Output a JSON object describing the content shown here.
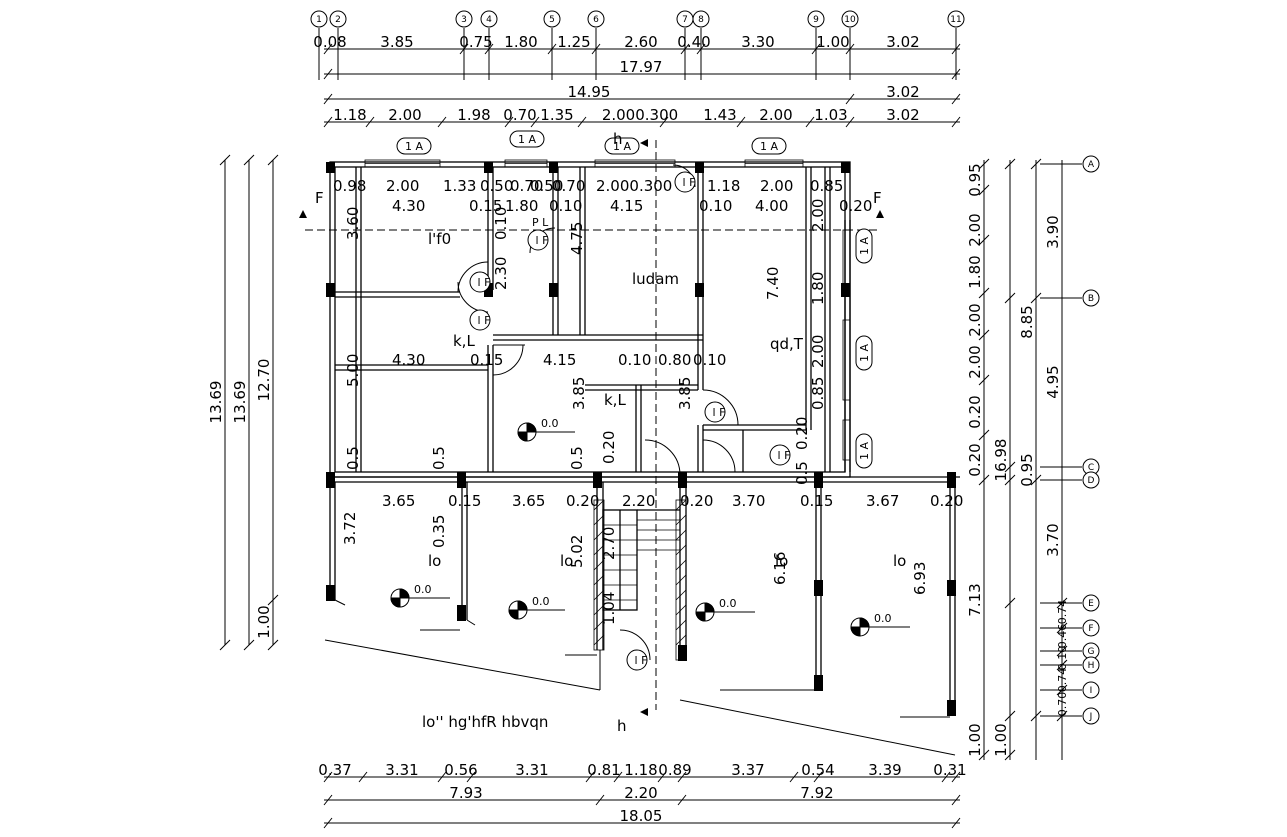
{
  "grid_top": [
    "1",
    "2",
    "3",
    "4",
    "5",
    "6",
    "7",
    "8",
    "9",
    "10",
    "11"
  ],
  "grid_right": [
    "A",
    "B",
    "C",
    "D",
    "E",
    "F",
    "G",
    "H",
    "I",
    "J"
  ],
  "top_dims": {
    "row1": [
      "0.08",
      "3.85",
      "0.75",
      "1.80",
      "1.25",
      "2.60",
      "0.40",
      "3.30",
      "1.00",
      "3.02"
    ],
    "row2": [
      "17.97"
    ],
    "row3": [
      "14.95",
      "3.02"
    ],
    "row4": [
      "1.18",
      "2.00",
      "1.98",
      "0.70",
      "1.35",
      "2.000.300",
      "1.43",
      "2.00",
      "1.03",
      "3.02"
    ]
  },
  "bottom_dims": {
    "row1": [
      "0.37",
      "3.31",
      "0.56",
      "3.31",
      "0.81",
      "1.18",
      "0.89",
      "3.37",
      "0.54",
      "3.39",
      "0.31"
    ],
    "row2": [
      "7.93",
      "2.20",
      "7.92"
    ],
    "row3": [
      "18.05"
    ]
  },
  "left_dims": [
    "13.69",
    "13.69",
    "12.70",
    "1.00"
  ],
  "right_dims": {
    "col1": [
      "0.95",
      "2.00",
      "2.00",
      "1.80",
      "2.00",
      "0.20",
      "0.20",
      "0.95"
    ],
    "col2": [
      "3.90",
      "8.85",
      "4.95",
      "16.98",
      "3.70",
      "7.13",
      "1.00",
      "1.00"
    ],
    "col3": [
      "0.74",
      "0.46",
      "0.74",
      "0.10",
      "0.70"
    ]
  },
  "interior_dims": [
    "0.98",
    "2.00",
    "1.33",
    "0.50",
    "0.70",
    "0.50",
    "0.70",
    "2.000.300",
    "1.18",
    "2.00",
    "0.85",
    "4.30",
    "0.15",
    "1.80",
    "0.10",
    "4.15",
    "0.10",
    "4.00",
    "0.20",
    "3.60",
    "0.10",
    "2.30",
    "4.75",
    "4.30",
    "0.15",
    "4.15",
    "0.10",
    "0.80",
    "0.10",
    "5.00",
    "3.85",
    "3.85",
    "7.40",
    "1.80",
    "2.00",
    "2.00",
    "0.85",
    "0.20",
    "3.65",
    "0.15",
    "3.65",
    "0.20",
    "2.20",
    "0.20",
    "3.70",
    "0.15",
    "3.67",
    "0.20",
    "3.72",
    "0.35",
    "5.02",
    "2.70",
    "1.04",
    "6.16",
    "6.93",
    "0.20",
    "0.5",
    "0.5",
    "0.5",
    "0.5"
  ],
  "window_tags": [
    "1 A",
    "1 A",
    "1 A",
    "1 A",
    "1 A",
    "1 A",
    "1 A"
  ],
  "room_labels": [
    "l'f0",
    "ludam",
    "k,L",
    "qd,T",
    "k,L",
    "lo",
    "lo",
    "lo",
    "lo",
    "P L"
  ],
  "level_marks": [
    "0.0",
    "0.0",
    "0.0",
    "0.0",
    "0.0"
  ],
  "section_marks": [
    "F",
    "F",
    "h",
    "h"
  ],
  "door_tags": [
    "l F",
    "l F",
    "l F",
    "l F",
    "l F",
    "l F",
    "l F"
  ],
  "caption": "lo'' hg'hfR hbvqn"
}
